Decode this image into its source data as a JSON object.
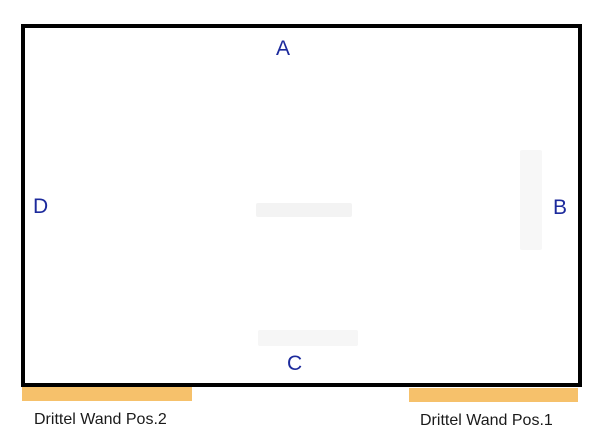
{
  "diagram": {
    "sides": {
      "top": "A",
      "right": "B",
      "bottom": "C",
      "left": "D"
    },
    "bars": [
      {
        "caption": "Drittel Wand Pos.2"
      },
      {
        "caption": "Drittel Wand Pos.1"
      }
    ]
  },
  "colors": {
    "label_text": "#1c2a9c",
    "room_border": "#000000",
    "bar_fill": "#f6c16b",
    "caption_text": "#1a1a1a"
  }
}
